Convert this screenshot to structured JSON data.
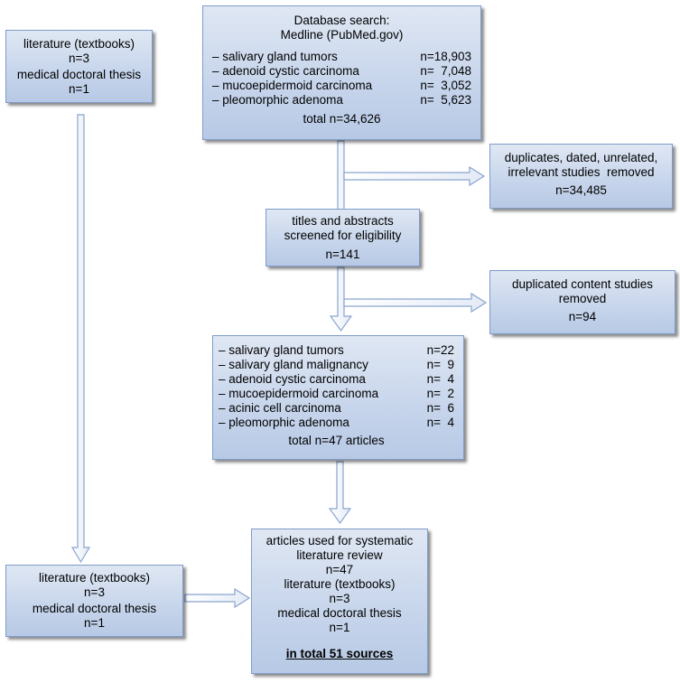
{
  "left_top": {
    "line1": "literature (textbooks)",
    "line2": "n=3",
    "line3": "medical doctoral thesis",
    "line4": "n=1"
  },
  "database": {
    "title1": "Database search:",
    "title2": "Medline (PubMed.gov)",
    "items": [
      {
        "label": "– salivary gland tumors",
        "value": "n=18,903"
      },
      {
        "label": "– adenoid cystic carcinoma",
        "value": "n=  7,048"
      },
      {
        "label": "– mucoepidermoid carcinoma",
        "value": "n=  3,052"
      },
      {
        "label": "– pleomorphic adenoma",
        "value": "n=  5,623"
      }
    ],
    "total": "total n=34,626"
  },
  "removed1": {
    "line1": "duplicates, dated, unrelated,",
    "line2": "irrelevant studies  removed",
    "line3": "n=34,485"
  },
  "screened": {
    "line1": "titles and abstracts",
    "line2": "screened for eligibility",
    "line3": "n=141"
  },
  "removed2": {
    "line1": "duplicated content studies",
    "line2": "removed",
    "line3": "n=94"
  },
  "articles": {
    "items": [
      {
        "label": "– salivary gland tumors",
        "value": "n=22"
      },
      {
        "label": "– salivary gland malignancy",
        "value": "n=  9"
      },
      {
        "label": "– adenoid cystic carcinoma",
        "value": "n=  4"
      },
      {
        "label": "– mucoepidermoid carcinoma",
        "value": "n=  2"
      },
      {
        "label": "– acinic cell carcinoma",
        "value": "n=  6"
      },
      {
        "label": "– pleomorphic adenoma",
        "value": "n=  4"
      }
    ],
    "total": "total n=47 articles"
  },
  "left_bottom": {
    "line1": "literature (textbooks)",
    "line2": "n=3",
    "line3": "medical doctoral thesis",
    "line4": "n=1"
  },
  "final": {
    "line1": "articles used for systematic",
    "line2": "literature review",
    "line3": "n=47",
    "line4": "literature (textbooks)",
    "line5": "n=3",
    "line6": "medical doctoral thesis",
    "line7": "n=1",
    "total": "in total 51 sources"
  },
  "colors": {
    "box_fill_top": "#dfe7f3",
    "box_fill_bottom": "#b7c9e5",
    "box_border": "#7f9cc9",
    "arrow_fill": "#ffffff",
    "arrow_stroke": "#8aa4cf"
  }
}
